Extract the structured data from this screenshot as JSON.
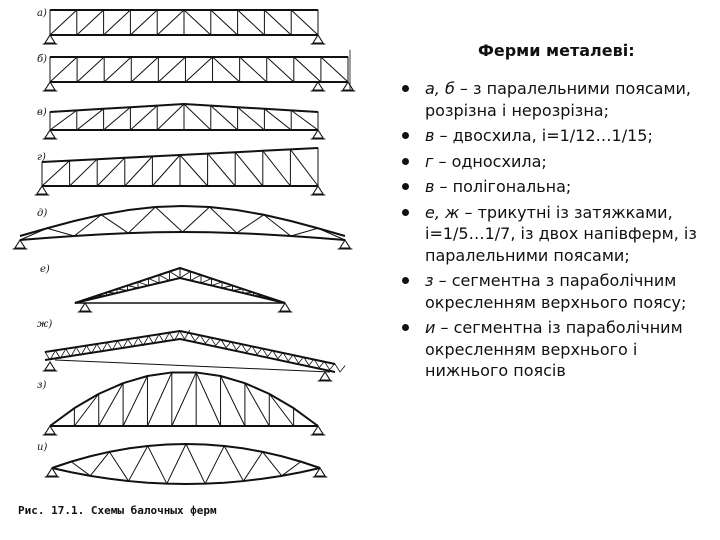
{
  "slide": {
    "title": "Ферми металеві:",
    "bullets": [
      {
        "term": "а, б",
        "text": " – з паралельними поясами, розрізна і нерозрізна;"
      },
      {
        "term": "в",
        "text": " – двосхила, і=1/12…1/15;"
      },
      {
        "term": "г",
        "text": " – односхила;"
      },
      {
        "term": "в",
        "text": " – полігональна;"
      },
      {
        "term": "е, ж",
        "text": " – трикутні із затяжками, і=1/5…1/7, із двох напівферм, із паралельними поясами;"
      },
      {
        "term": "з",
        "text": " – сегментна з параболічним окресленням верхнього поясу;"
      },
      {
        "term": "и",
        "text": " – сегментна із параболічним окресленням верхнього і нижнього поясів"
      }
    ]
  },
  "figure": {
    "caption": "Рис. 17.1. Схемы балочных ферм",
    "diagram_labels": [
      "а)",
      "б)",
      "в)",
      "г)",
      "д)",
      "е)",
      "ж)",
      "з)",
      "и)"
    ]
  },
  "colors": {
    "ink": "#111111",
    "background": "#ffffff"
  }
}
